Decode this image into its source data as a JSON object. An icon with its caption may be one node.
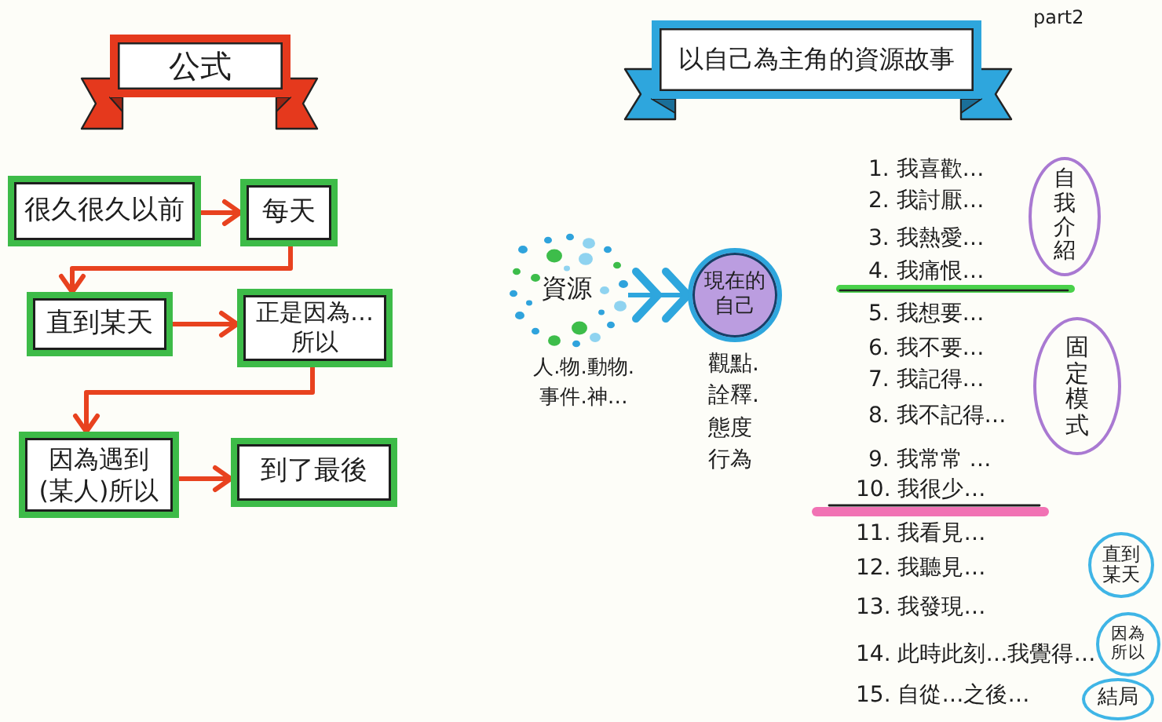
{
  "diagram": {
    "nodes": [
      {
        "text": [
          "公式"
        ]
      },
      {
        "text": [
          "很久很久以前"
        ]
      },
      {
        "text": [
          "每天"
        ]
      },
      {
        "text": [
          "直到某天"
        ]
      },
      {
        "text": [
          "正是因為…所以"
        ]
      },
      {
        "text": [
          "因為遇到(某人)所以"
        ]
      },
      {
        "text": [
          "到了最後"
        ]
      },
      {
        "text": [
          "以自己為主角的資源故事"
        ]
      },
      {
        "text": [
          "資源"
        ],
        "beside": [
          "人.物.動物.事件.神…"
        ]
      },
      {
        "text": [
          "現在的自己"
        ],
        "beside": [
          "觀點.詮釋.態度行為"
        ]
      },
      {
        "text": [
          "自我介紹"
        ]
      },
      {
        "text": [
          "固定模式"
        ]
      },
      {
        "text": [
          "直到某天"
        ]
      },
      {
        "text": [
          "因為所以"
        ]
      },
      {
        "text": [
          "結局"
        ]
      }
    ],
    "edges": [
      {
        "from": 1,
        "to": 2,
        "arrow": "to"
      },
      {
        "from": 2,
        "to": 3,
        "arrow": "to"
      },
      {
        "from": 3,
        "to": 4,
        "arrow": "to"
      },
      {
        "from": 4,
        "to": 5,
        "arrow": "to"
      },
      {
        "from": 5,
        "to": 6,
        "arrow": "to"
      },
      {
        "from": 8,
        "to": 9,
        "arrow": "to",
        "color": "#2ea6dd"
      }
    ],
    "labels": [
      "part2",
      "1. 我喜歡…",
      "2. 我討厭…",
      "3. 我熱愛…",
      "4. 我痛恨…",
      "5. 我想要…",
      "6. 我不要…",
      "7. 我記得…",
      "8. 我不記得…",
      "9. 我常常 …",
      "10. 我很少…",
      "11. 我看見…",
      "12. 我聽見…",
      "13. 我發現…",
      "14. 此時此刻…我覺得…",
      "15. 自從…之後…"
    ]
  }
}
